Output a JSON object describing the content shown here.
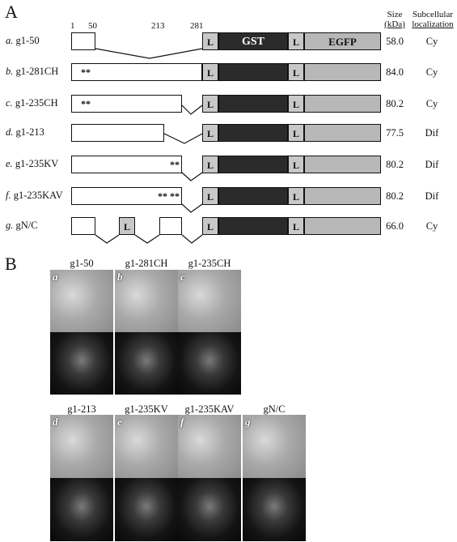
{
  "panel_a": {
    "letter": "A",
    "header_size": "Size",
    "header_kda": "(kDa)",
    "header_loc1": "Subcellular",
    "header_loc2": "localization",
    "positions": [
      "1",
      "50",
      "213",
      "281"
    ],
    "linker_label": "L",
    "gst_label": "GST",
    "egfp_label": "EGFP",
    "rows": [
      {
        "letter": "a.",
        "name": "g1-50",
        "stars": "",
        "size": "58.0",
        "loc": "Cy"
      },
      {
        "letter": "b.",
        "name": "g1-281CH",
        "stars": "**",
        "size": "84.0",
        "loc": "Cy"
      },
      {
        "letter": "c.",
        "name": "g1-235CH",
        "stars": "**",
        "size": "80.2",
        "loc": "Cy"
      },
      {
        "letter": "d.",
        "name": "g1-213",
        "stars": "",
        "size": "77.5",
        "loc": "Dif"
      },
      {
        "letter": "e.",
        "name": "g1-235KV",
        "stars": "**",
        "size": "80.2",
        "loc": "Dif"
      },
      {
        "letter": "f.",
        "name": "g1-235KAV",
        "stars": "** **",
        "size": "80.2",
        "loc": "Dif"
      },
      {
        "letter": "g.",
        "name": "gN/C",
        "stars": "",
        "size": "66.0",
        "loc": "Cy"
      }
    ]
  },
  "panel_b": {
    "letter": "B",
    "top_row": [
      {
        "caption": "g1-50",
        "tag": "a"
      },
      {
        "caption": "g1-281CH",
        "tag": "b"
      },
      {
        "caption": "g1-235CH",
        "tag": "c"
      }
    ],
    "bottom_row": [
      {
        "caption": "g1-213",
        "tag": "d"
      },
      {
        "caption": "g1-235KV",
        "tag": "e"
      },
      {
        "caption": "g1-235KAV",
        "tag": "f"
      },
      {
        "caption": "gN/C",
        "tag": "g"
      }
    ]
  }
}
